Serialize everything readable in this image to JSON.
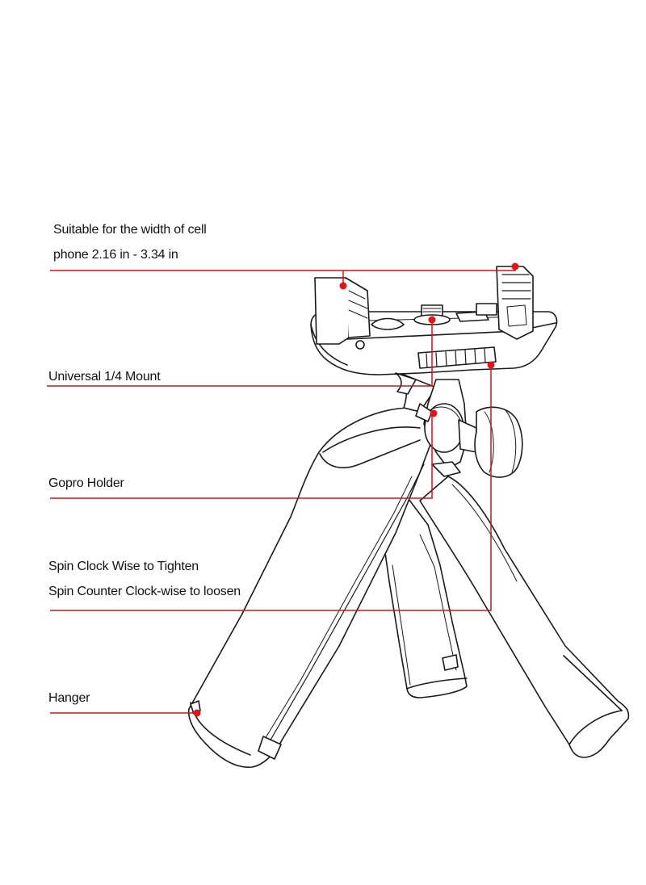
{
  "callouts": [
    {
      "id": "phone-width",
      "lines": [
        "Suitable for the width of cell",
        "phone 2.16 in - 3.34 in"
      ]
    },
    {
      "id": "mount",
      "lines": [
        "Universal 1/4 Mount"
      ]
    },
    {
      "id": "gopro",
      "lines": [
        "Gopro Holder"
      ]
    },
    {
      "id": "knob",
      "lines": [
        "Spin Clock Wise to Tighten",
        "Spin Counter Clock-wise to loosen"
      ]
    },
    {
      "id": "hanger",
      "lines": [
        "Hanger"
      ]
    }
  ],
  "colors": {
    "leader": "#c8161d",
    "dot": "#e0141b",
    "outline": "#1a1a1a",
    "text": "#111111"
  }
}
